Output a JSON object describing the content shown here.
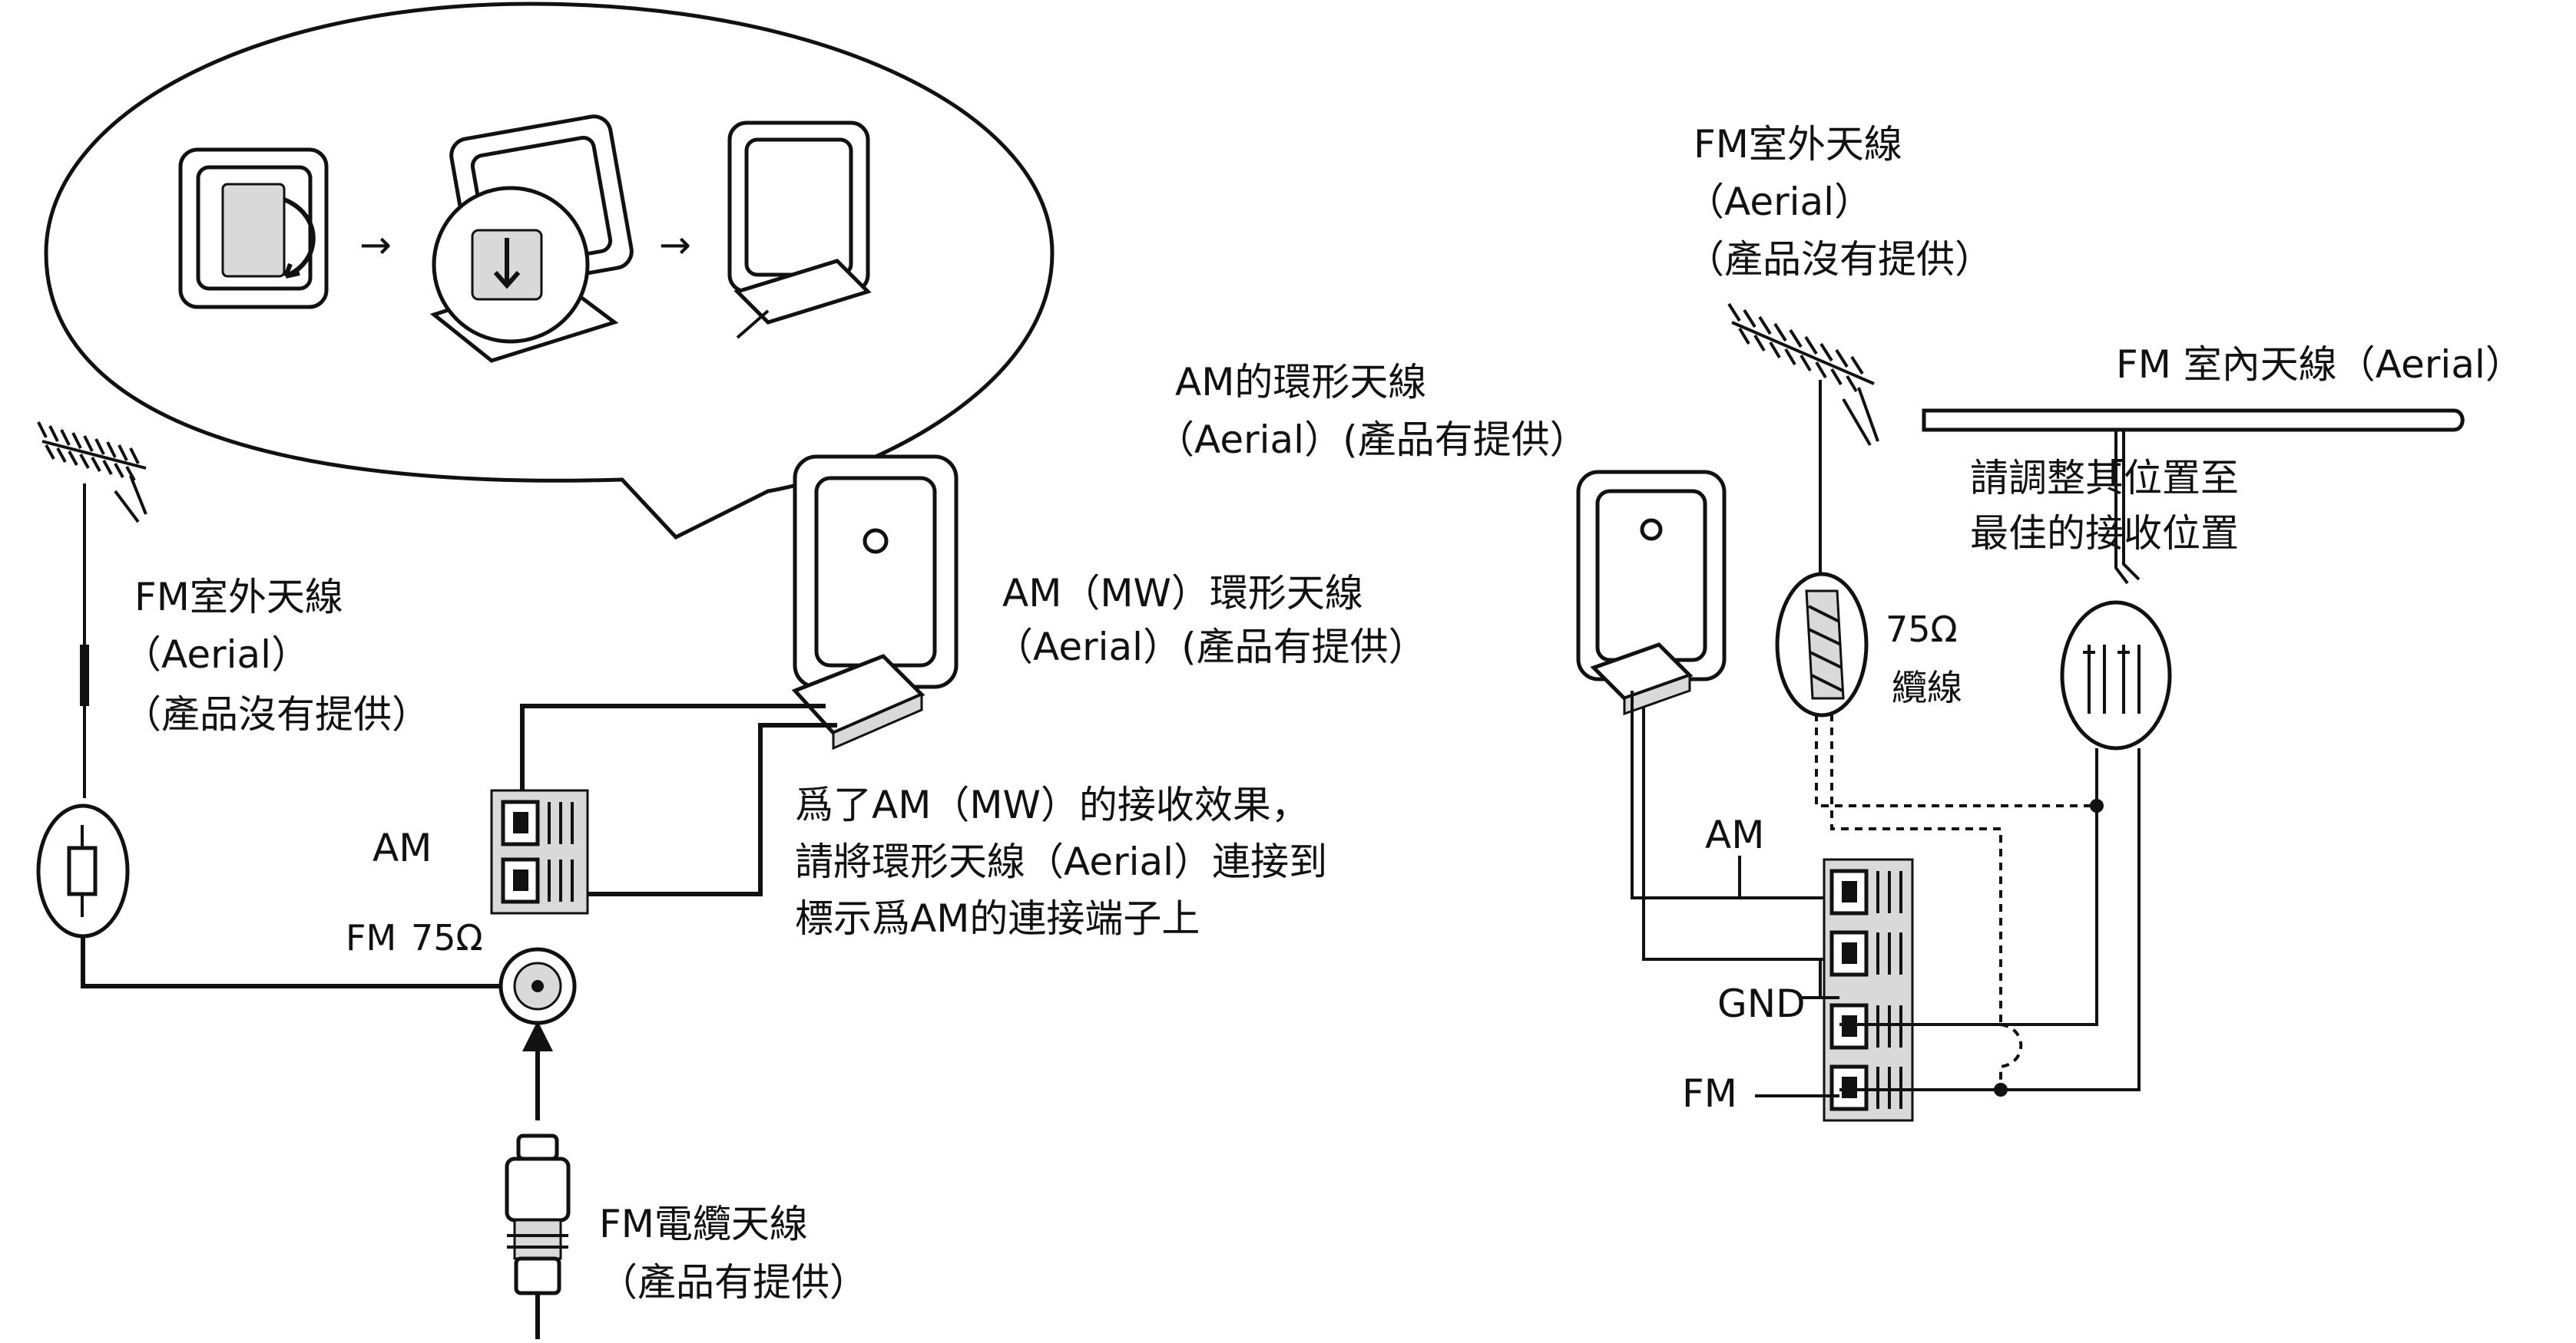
{
  "left_panel": {
    "fm_outdoor_antenna": {
      "title": "FM室外天線",
      "aerial": "（Aerial）",
      "note": "（產品沒有提供）"
    },
    "am_mw_loop_antenna": {
      "title": "AM（MW）環形天線",
      "note": "（Aerial）(產品有提供）"
    },
    "am_terminal_label": "AM",
    "fm_terminal_label": "FM",
    "fm_impedance": "75Ω",
    "instruction_lines": [
      "爲了AM（MW）的接收效果，",
      "請將環形天線（Aerial）連接到",
      "標示爲AM的連接端子上"
    ],
    "fm_cable_antenna": {
      "title": "FM電纜天線",
      "note": "（產品有提供）"
    },
    "assembly_arrows": [
      "→",
      "→"
    ]
  },
  "right_panel": {
    "fm_outdoor_antenna": {
      "title": "FM室外天線",
      "aerial": "（Aerial）",
      "note": "（產品沒有提供）"
    },
    "am_loop_antenna": {
      "title": "AM的環形天線",
      "note": "（Aerial）(產品有提供）"
    },
    "fm_indoor_antenna": {
      "title": "FM 室內天線（Aerial）"
    },
    "adjust_note_lines": [
      "請調整其位置至",
      "最佳的接收位置"
    ],
    "cable_impedance": "75Ω",
    "cable_label": "纜線",
    "terminal_labels": [
      "AM",
      "GND",
      "FM"
    ]
  }
}
